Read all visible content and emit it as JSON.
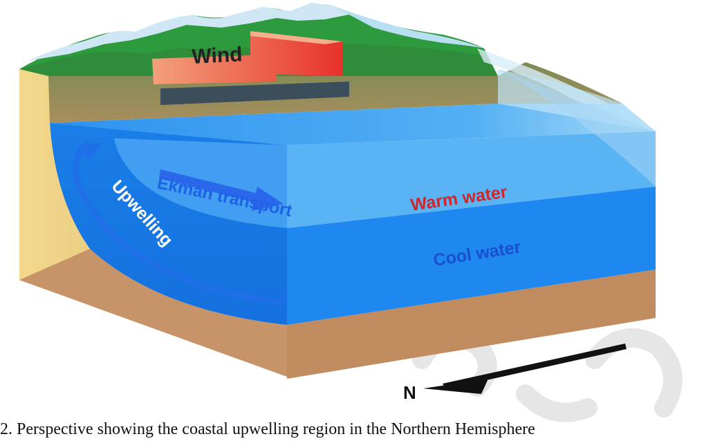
{
  "labels": {
    "wind": "Wind",
    "ekman": "Ekman transport",
    "upwelling": "Upwelling",
    "warm": "Warm water",
    "cool": "Cool water",
    "north": "N"
  },
  "caption": "2. Perspective showing the coastal upwelling region in the Northern Hemisphere",
  "colors": {
    "sky_water": "#1e88f0",
    "warm_text": "#d0262a",
    "cool_text": "#1a4fd0",
    "ekman_text": "#1e63e6",
    "sediment": "#c69468",
    "coast": "#e2c07a",
    "mountain": "#2d9a3e",
    "snow": "#cfe6f5",
    "wind": "#e8443b",
    "watermark": "#e6e6e6"
  }
}
